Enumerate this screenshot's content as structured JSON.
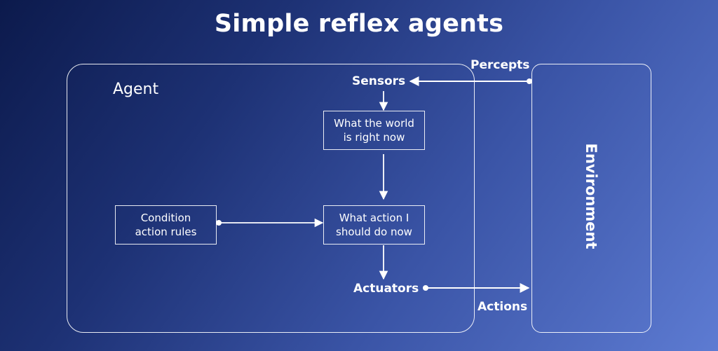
{
  "title": "Simple reflex agents",
  "agent": {
    "label": "Agent"
  },
  "environment": {
    "label": "Environment"
  },
  "nodes": {
    "sensors": "Sensors",
    "world_state": "What the world\nis right now",
    "action_choice": "What action I\nshould do now",
    "rules": "Condition\naction rules",
    "actuators": "Actuators"
  },
  "edges": {
    "percepts": "Percepts",
    "actions": "Actions"
  },
  "colors": {
    "background_top": "#0c1a4c",
    "background_bottom": "#5d7bd2",
    "line": "#ffffff"
  }
}
